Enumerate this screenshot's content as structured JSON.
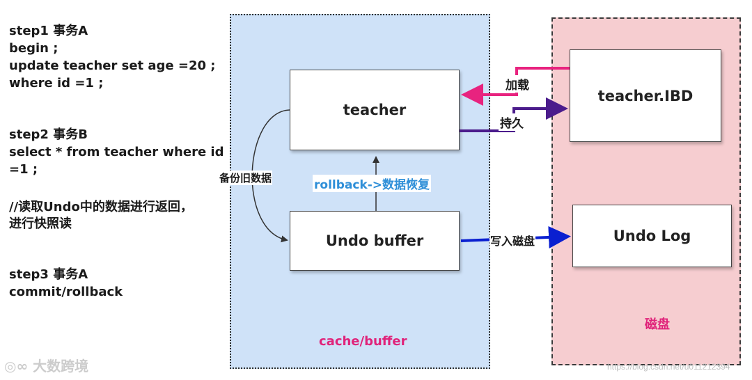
{
  "steps": {
    "step1": [
      "step1  事务A",
      "begin ;",
      "update teacher set age =20 ;",
      "where id =1 ;"
    ],
    "step2": [
      "step2  事务B",
      "select * from teacher where id",
      "=1 ;"
    ],
    "note": [
      "//读取Undo中的数据进行返回，",
      "进行快照读"
    ],
    "step3": [
      "step3 事务A",
      "commit/rollback"
    ]
  },
  "cache": {
    "label": "cache/buffer",
    "teacher_box": "teacher",
    "undo_box": "Undo buffer",
    "backup_label": "备份旧数据",
    "rollback_label": "rollback->数据恢复"
  },
  "disk": {
    "label": "磁盘",
    "ibd_box": "teacher.IBD",
    "undolog_box": "Undo Log"
  },
  "flows": {
    "load_label": "加载",
    "persist_label": "持久",
    "write_label": "写入磁盘"
  },
  "watermark": {
    "logo": "大数跨境",
    "url": "https://blog.csdn.net/u011212394"
  },
  "colors": {
    "cache_bg": "#cfe2f8",
    "disk_bg": "#f6cdd0",
    "pink": "#e8237f",
    "purple": "#4b1c8c",
    "blue": "#0a1fd0",
    "accent_text": "#2f8fd8"
  }
}
